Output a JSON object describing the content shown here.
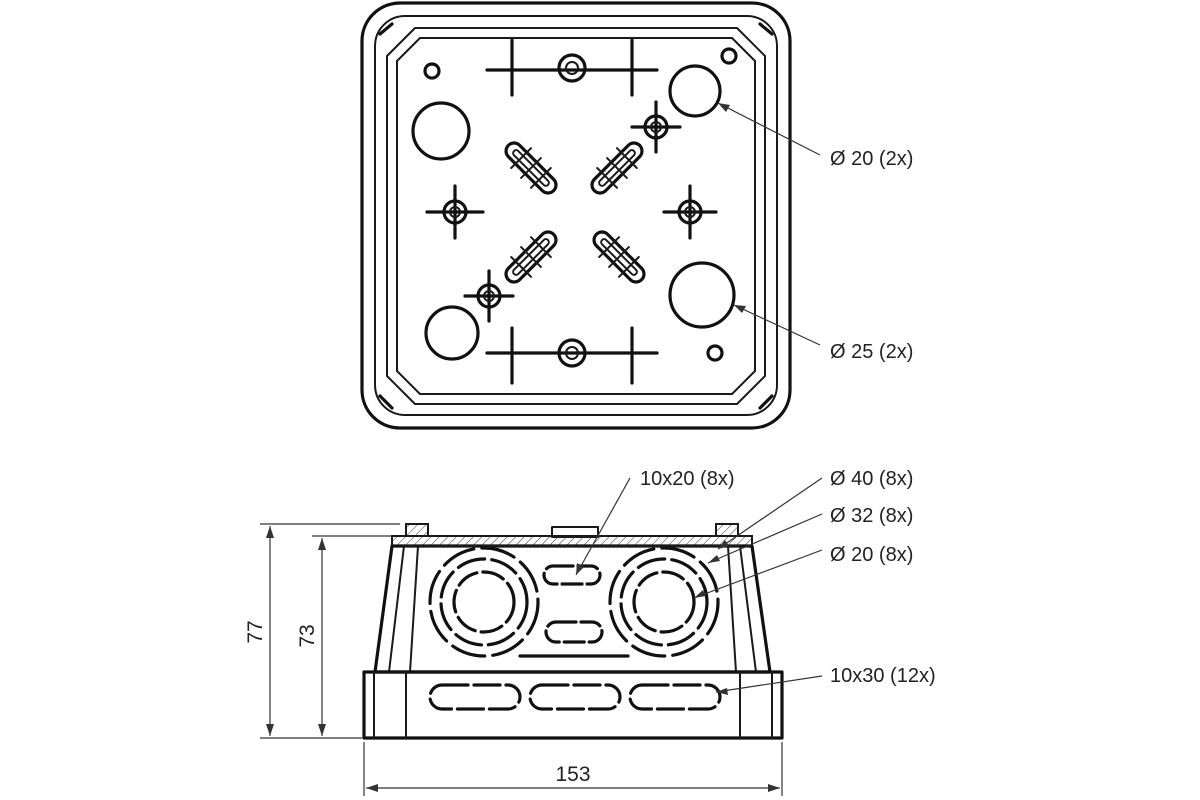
{
  "callouts": {
    "hole_20_top": "Ø 20 (2x)",
    "hole_25_top": "Ø 25 (2x)",
    "slot_10x20": "10x20 (8x)",
    "knockout_40": "Ø 40 (8x)",
    "knockout_32": "Ø 32 (8x)",
    "knockout_20": "Ø 20 (8x)",
    "slot_10x30": "10x30 (12x)"
  },
  "dimensions": {
    "height_total": "77",
    "height_body": "73",
    "width": "153"
  },
  "colors": {
    "line": "#1a1a1a",
    "background": "#ffffff"
  }
}
